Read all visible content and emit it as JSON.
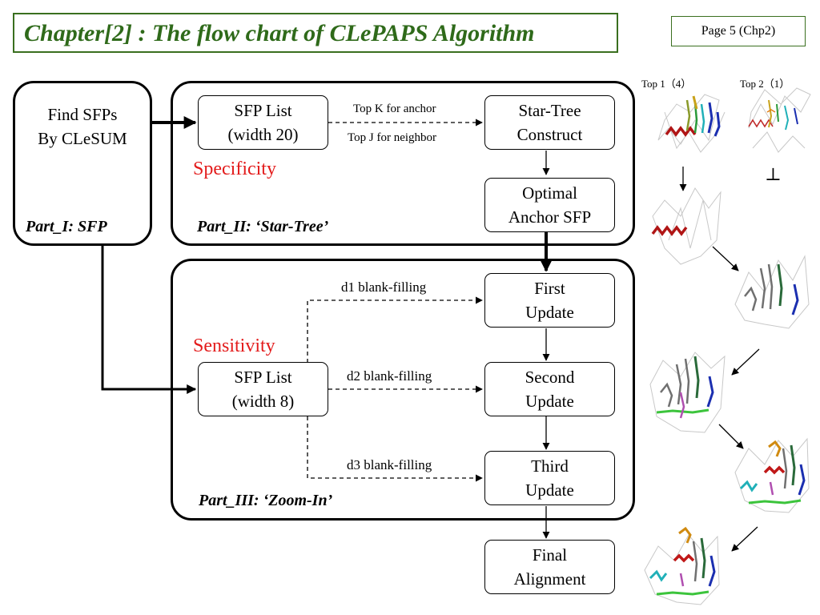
{
  "header": {
    "title": "Chapter[2] : The flow chart of CLePAPS Algorithm",
    "page": "Page 5  (Chp2)"
  },
  "part1": {
    "line1": "Find SFPs",
    "line2": "By CLeSUM",
    "label": "Part_I: SFP"
  },
  "part2": {
    "label": "Part_II: ‘Star-Tree’",
    "specificity": "Specificity",
    "sfp_list": [
      "SFP List",
      "(width 20)"
    ],
    "star_tree": [
      "Star-Tree",
      "Construct"
    ],
    "anchor": [
      "Optimal",
      "Anchor SFP"
    ],
    "edge_top": "Top K for anchor",
    "edge_bottom": "Top J for neighbor"
  },
  "part3": {
    "label": "Part_III: ‘Zoom-In’",
    "sensitivity": "Sensitivity",
    "sfp_list": [
      "SFP List",
      "(width 8)"
    ],
    "first": [
      "First",
      "Update"
    ],
    "second": [
      "Second",
      "Update"
    ],
    "third": [
      "Third",
      "Update"
    ],
    "d1": "d1 blank-filling",
    "d2": "d2 blank-filling",
    "d3": "d3 blank-filling"
  },
  "final": [
    "Final",
    "Alignment"
  ],
  "side": {
    "top1": "Top 1（4）",
    "top2": "Top 2（1）",
    "rejected_symbol": "⊥"
  },
  "colors": {
    "title": "#2f6a1a",
    "frame": "#3a6f1f",
    "red": "#e31b1b"
  }
}
